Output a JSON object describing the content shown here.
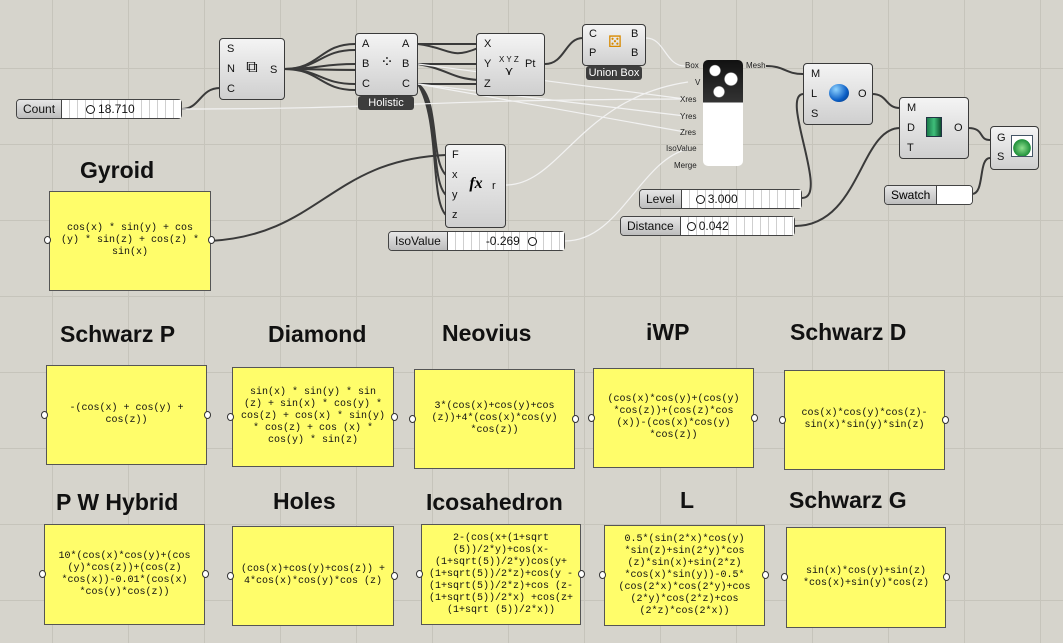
{
  "canvas": {
    "count_slider": {
      "label": "Count",
      "value": "18.710"
    },
    "iso_slider": {
      "label": "IsoValue",
      "value": "-0.269"
    },
    "level_slider": {
      "label": "Level",
      "value": "3.000"
    },
    "distance_slider": {
      "label": "Distance",
      "value": "0.042"
    },
    "swatch": {
      "label": "Swatch"
    },
    "series_component": {
      "inputs": [
        "S",
        "N",
        "C"
      ],
      "output": "S"
    },
    "holistic_component": {
      "inputs": [
        "A",
        "B",
        "C"
      ],
      "outputs": [
        "A",
        "B",
        "C"
      ],
      "name": "Holistic"
    },
    "point_component": {
      "inputs": [
        "X",
        "Y",
        "Z"
      ],
      "output": "Pt",
      "icon_text": "X Y Z"
    },
    "union_box_component": {
      "inputs": [
        "C",
        "P"
      ],
      "outputs": [
        "B",
        "B"
      ],
      "name": "Union Box"
    },
    "expression_component": {
      "inputs": [
        "F",
        "x",
        "y",
        "z"
      ],
      "output": "r",
      "icon": "fx"
    },
    "isosurface_component": {
      "inputs": [
        "Box",
        "V",
        "Xres",
        "Yres",
        "Zres",
        "IsoValue",
        "Merge"
      ],
      "output": "Mesh"
    },
    "smooth_component": {
      "inputs": [
        "M",
        "L",
        "S"
      ],
      "output": "O"
    },
    "offset_component": {
      "inputs": [
        "M",
        "D",
        "T"
      ],
      "output": "O"
    },
    "preview_component": {
      "inputs": [
        "G",
        "S"
      ]
    }
  },
  "formulas": [
    {
      "title": "Gyroid",
      "expr": "cos(x) * sin(y) + cos (y) * sin(z) + cos(z) * sin(x)"
    },
    {
      "title": "Schwarz P",
      "expr": "-(cos(x) + cos(y) + cos(z))"
    },
    {
      "title": "Diamond",
      "expr": "sin(x) * sin(y) * sin (z) + sin(x) * cos(y) * cos(z) + cos(x) * sin(y) * cos(z) + cos (x) * cos(y) * sin(z)"
    },
    {
      "title": "Neovius",
      "expr": "3*(cos(x)+cos(y)+cos (z))+4*(cos(x)*cos(y) *cos(z))"
    },
    {
      "title": "iWP",
      "expr": "(cos(x)*cos(y)+(cos(y) *cos(z))+(cos(z)*cos (x))-(cos(x)*cos(y) *cos(z))"
    },
    {
      "title": "Schwarz D",
      "expr": "cos(x)*cos(y)*cos(z)-sin(x)*sin(y)*sin(z)"
    },
    {
      "title": "P W Hybrid",
      "expr": "10*(cos(x)*cos(y)+(cos (y)*cos(z))+(cos(z) *cos(x))-0.01*(cos(x) *cos(y)*cos(z))"
    },
    {
      "title": "Holes",
      "expr": "(cos(x)+cos(y)+cos(z)) + 4*cos(x)*cos(y)*cos (z)"
    },
    {
      "title": "Icosahedron",
      "expr": "2-(cos(x+(1+sqrt (5))/2*y)+cos(x-(1+sqrt(5))/2*y)cos(y+(1+sqrt(5))/2*z)+cos(y -(1+sqrt(5))/2*z)+cos (z-(1+sqrt(5))/2*x) +cos(z+(1+sqrt (5))/2*x))"
    },
    {
      "title": "L",
      "expr": "0.5*(sin(2*x)*cos(y) *sin(z)+sin(2*y)*cos (z)*sin(x)+sin(2*z) *cos(x)*sin(y))-0.5* (cos(2*x)*cos(2*y)+cos (2*y)*cos(2*z)+cos (2*z)*cos(2*x))"
    },
    {
      "title": "Schwarz G",
      "expr": "sin(x)*cos(y)+sin(z) *cos(x)+sin(y)*cos(z)"
    }
  ]
}
